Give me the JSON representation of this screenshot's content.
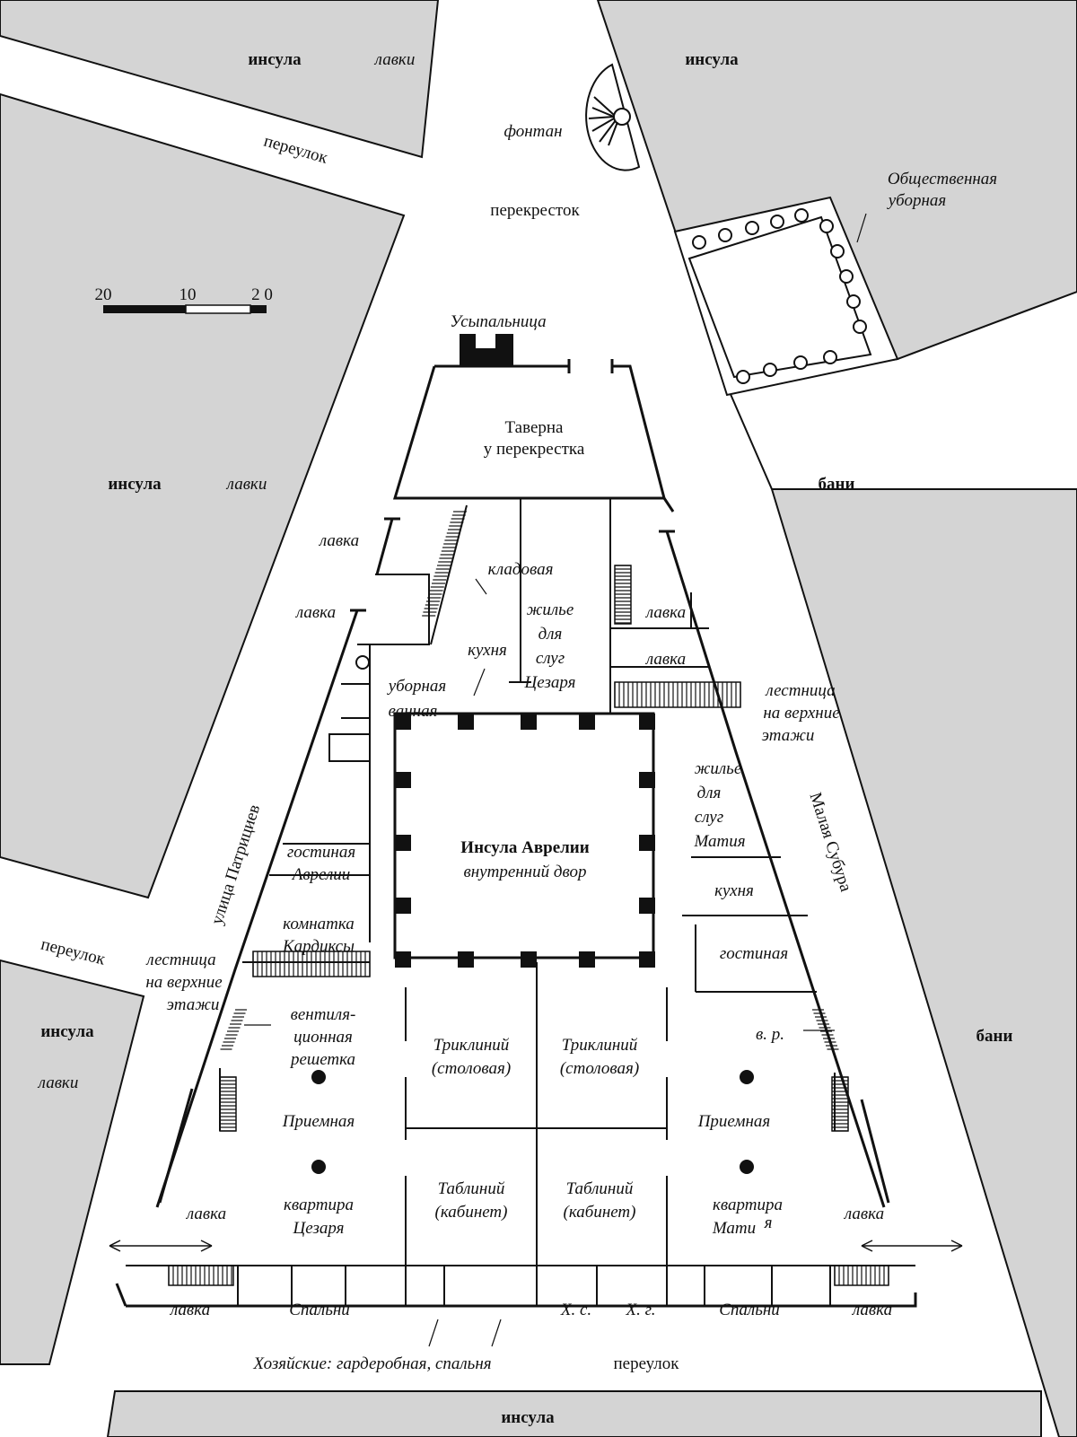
{
  "labels": {
    "insula_top_left": "инсула",
    "shops_top_left": "лавки",
    "insula_top_right": "инсула",
    "fountain": "фонтан",
    "lane_top": "переулок",
    "crossroads": "перекресток",
    "public_latrine_1": "Общественная",
    "public_latrine_2": "уборная",
    "scale_20a": "20",
    "scale_10": "10",
    "scale_20b": "2 0",
    "tomb": "Усыпальница",
    "tavern_1": "Таверна",
    "tavern_2": "у перекрестка",
    "insula_mid_left": "инсула",
    "shops_mid_left": "лавки",
    "baths_mid": "бани",
    "shop_1": "лавка",
    "shop_2": "лавка",
    "pantry": "кладовая",
    "servants_caesar": [
      "жилье",
      "для",
      "слуг",
      "Цезаря"
    ],
    "kitchen_left": "кухня",
    "shop_r1": "лавка",
    "shop_r2": "лавка",
    "toilet": "уборная",
    "bath": "ванная",
    "stairs_right": [
      "лестница",
      "на верхние",
      "этажи"
    ],
    "servants_matius": [
      "жилье",
      "для",
      "слуг",
      "Матия"
    ],
    "street_patricians": "улица Патрициев",
    "street_subura": "Малая Субура",
    "courtyard_title": "Инсула Аврелии",
    "courtyard_sub": "внутренний двор",
    "aurelia_living": [
      "гостиная",
      "Аврелии"
    ],
    "kitchen_right": "кухня",
    "cardixa_room": [
      "комнатка",
      "Кардиксы"
    ],
    "living_right": "гостиная",
    "lane_left": "переулок",
    "stairs_left": [
      "лестница",
      "на верхние",
      "этажи"
    ],
    "vent": [
      "вентиля-",
      "ционная",
      "решетка"
    ],
    "insula_lower_left": "инсула",
    "shops_lower_left": "лавки",
    "vr": "в. р.",
    "baths_lower": "бани",
    "triclinium": [
      "Триклиний",
      "(столовая)"
    ],
    "reception_left": "Приемная",
    "reception_right": "Приемная",
    "tablinum": [
      "Таблиний",
      "(кабинет)"
    ],
    "caesar_apt": [
      "квартира",
      "Цезаря"
    ],
    "matius_apt": [
      "квартира",
      "Мати",
      "я"
    ],
    "shop_bl": "лавка",
    "shop_br": "лавка",
    "shop_bl2": "лавка",
    "bedrooms_left": "Спальни",
    "hs": "Х. с.",
    "hg": "Х. г.",
    "bedrooms_right": "Спальни",
    "shop_br2": "лавка",
    "owners": "Хозяйские: гардеробная, спальня",
    "lane_bottom": "переулок",
    "insula_bottom": "инсула"
  },
  "colors": {
    "block_fill": "#d4d4d4",
    "ink": "#111111",
    "background": "#ffffff"
  }
}
